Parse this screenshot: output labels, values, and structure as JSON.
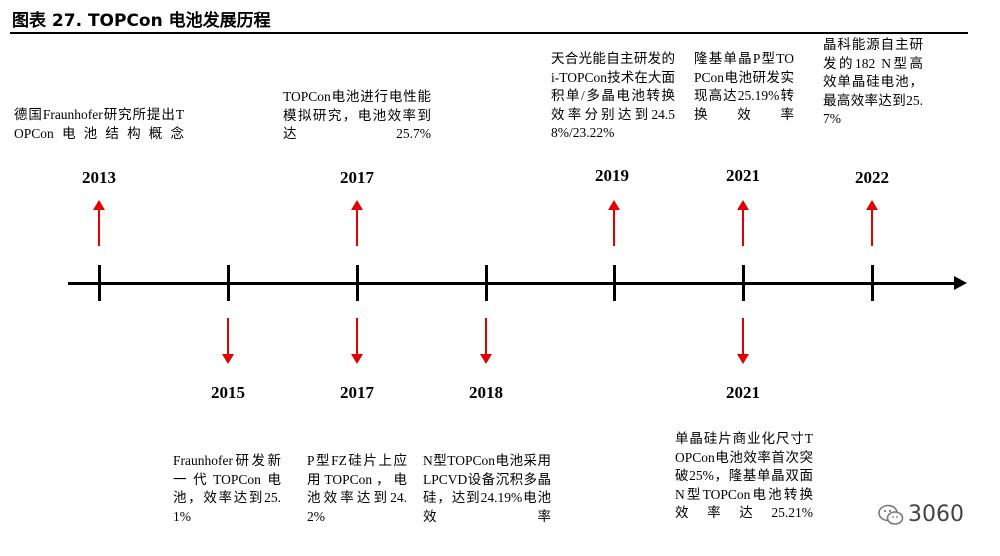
{
  "title": "图表 27. TOPCon 电池发展历程",
  "events": [
    {
      "year": "2013",
      "text": "德国Fraunhofer研究所提出TOPCon电池结构概念"
    },
    {
      "year": "2015",
      "text": "Fraunhofer研发新一代TOPCon电池，效率达到25.1%"
    },
    {
      "year": "2017",
      "text": "TOPCon电池进行电性能模拟研究，电池效率到达25.7%"
    },
    {
      "year": "2017",
      "text": "P型FZ硅片上应用TOPCon，电池效率达到24.2%"
    },
    {
      "year": "2018",
      "text": "N型TOPCon电池采用LPCVD设备沉积多晶硅，达到24.19%电池效率"
    },
    {
      "year": "2019",
      "text": "天合光能自主研发的i-TOPCon技术在大面积单/多晶电池转换效率分别达到24.58%/23.22%"
    },
    {
      "year": "2021",
      "text": "隆基单晶P型TOPCon电池研发实现高达25.19%转换效率"
    },
    {
      "year": "2021",
      "text": "单晶硅片商业化尺寸TOPCon电池效率首次突破25%，隆基单晶双面N型TOPCon电池转换效率达25.21%"
    },
    {
      "year": "2022",
      "text": "晶科能源自主研发的182 N型高效单晶硅电池，最高效率达到25.7%"
    }
  ],
  "watermark": {
    "text": "3060",
    "icon": "wechat-icon"
  },
  "colors": {
    "arrow": "#e00000",
    "line": "#000000"
  }
}
